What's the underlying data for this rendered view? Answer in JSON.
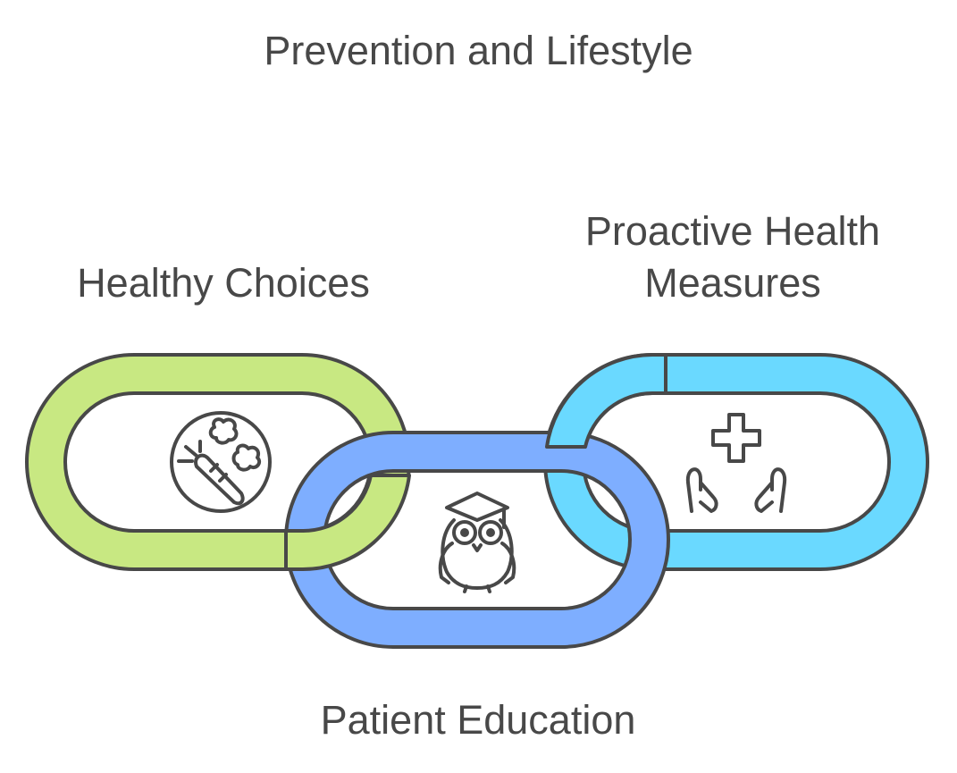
{
  "title": "Prevention and Lifestyle",
  "links": [
    {
      "label": "Healthy Choices",
      "icon": "carrot-vegetables-icon",
      "color": "#C8E882"
    },
    {
      "label": "Patient Education",
      "icon": "owl-graduation-cap-icon",
      "color": "#7EAEFF"
    },
    {
      "label_lines": [
        "Proactive Health",
        "Measures"
      ],
      "icon": "hands-medical-cross-icon",
      "color": "#6AD9FF"
    }
  ],
  "stroke_color": "#484848"
}
